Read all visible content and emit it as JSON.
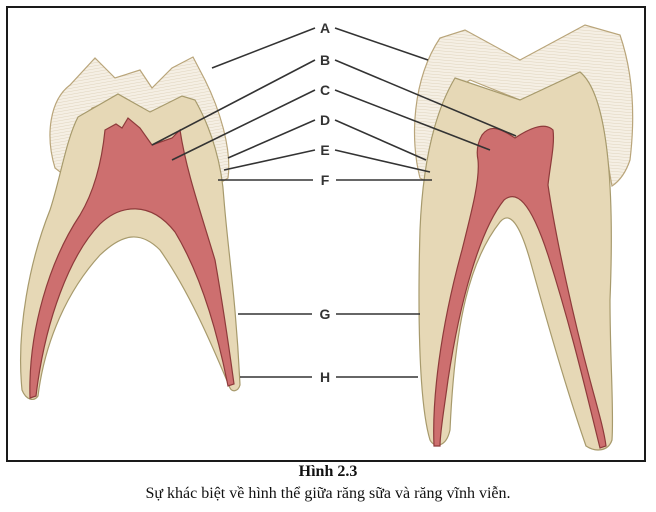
{
  "figure": {
    "title": "Hình 2.3",
    "caption": "Sự khác biệt về hình thể giữa răng sữa và răng vĩnh viễn."
  },
  "labels": {
    "A": "A",
    "B": "B",
    "C": "C",
    "D": "D",
    "E": "E",
    "F": "F",
    "G": "G",
    "H": "H"
  },
  "teeth": [
    {
      "id": "primary-molar",
      "position": "left"
    },
    {
      "id": "permanent-molar",
      "position": "right"
    }
  ],
  "colors": {
    "enamel": "#f3ece0",
    "enamel_stroke": "#b9a57a",
    "dentin": "#e6d8b6",
    "dentin_stroke": "#a79a6c",
    "pulp": "#cd6f6f",
    "pulp_stroke": "#8e3b3b",
    "leader": "#333333",
    "frame": "#1a1a1a"
  }
}
